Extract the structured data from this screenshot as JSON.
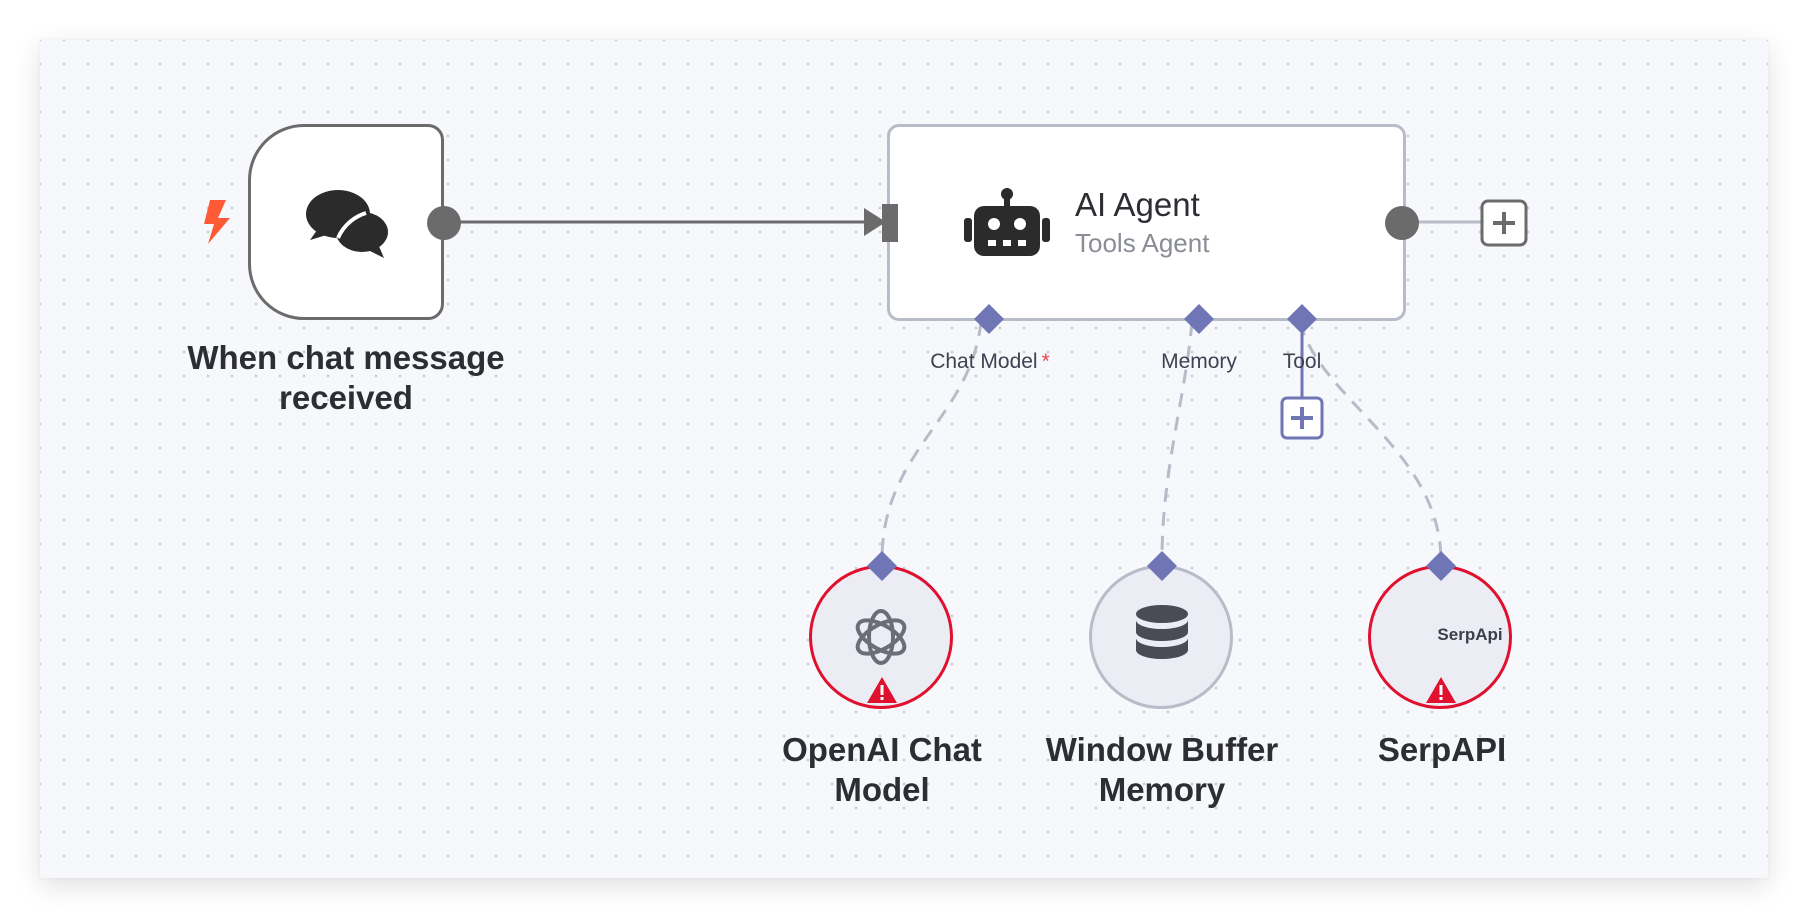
{
  "canvas": {
    "background": "#f7f8fb",
    "dot_color": "#c9ccd6"
  },
  "trigger": {
    "icon": "chat-bubbles-icon",
    "trigger_icon": "lightning-bolt-icon",
    "label": "When chat message received",
    "accent": "#ff5a36"
  },
  "agent": {
    "icon": "robot-icon",
    "title": "AI Agent",
    "subtitle": "Tools Agent"
  },
  "ports": {
    "chat_model": {
      "label": "Chat Model",
      "required_mark": "*"
    },
    "memory": {
      "label": "Memory"
    },
    "tool": {
      "label": "Tool"
    }
  },
  "subnodes": [
    {
      "id": "openai",
      "label_line1": "OpenAI Chat",
      "label_line2": "Model",
      "icon": "openai-icon",
      "status": "warning"
    },
    {
      "id": "memory",
      "label_line1": "Window Buffer",
      "label_line2": "Memory",
      "icon": "database-icon",
      "status": "ok"
    },
    {
      "id": "serpapi",
      "label_line1": "SerpAPI",
      "label_line2": "",
      "icon": "serpapi-logo",
      "logo_text": "SerpApi",
      "status": "warning"
    }
  ],
  "colors": {
    "port_diamond": "#6f75b5",
    "error_border": "#e0112e",
    "connection": "#6b6b6b",
    "dashed": "#b8bcc8"
  }
}
